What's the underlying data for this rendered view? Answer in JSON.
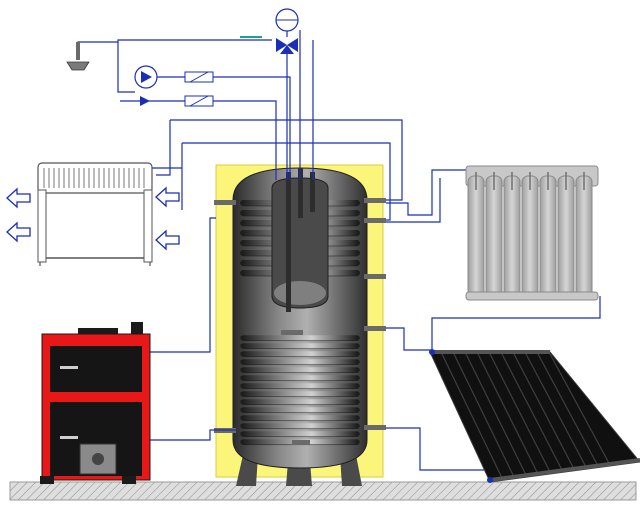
{
  "diagram": {
    "components": [
      {
        "id": "shower",
        "icon": "shower-head-icon"
      },
      {
        "id": "circulation-pump",
        "icon": "pump-icon"
      },
      {
        "id": "three-way-valve",
        "icon": "motorized-valve-icon"
      },
      {
        "id": "flow-meter-top",
        "icon": "flow-meter-icon"
      },
      {
        "id": "flow-meter-bottom",
        "icon": "flow-meter-icon"
      },
      {
        "id": "cold-water-inlet",
        "icon": "arrow-right-icon"
      },
      {
        "id": "convector-heater",
        "icon": "convector-icon"
      },
      {
        "id": "warm-air-arrows",
        "icon": "hollow-arrow-left-icon",
        "count": 4
      },
      {
        "id": "buffer-tank",
        "icon": "storage-tank-icon"
      },
      {
        "id": "insulation-jacket",
        "icon": "insulation-icon"
      },
      {
        "id": "solid-fuel-boiler",
        "icon": "boiler-icon"
      },
      {
        "id": "radiator",
        "icon": "radiator-icon",
        "sections": 7
      },
      {
        "id": "solar-collector",
        "icon": "solar-collector-icon"
      },
      {
        "id": "floor",
        "icon": "hatched-floor-icon"
      }
    ],
    "colors": {
      "pipe": "#1a2fb8",
      "insulation": "#fbf57a",
      "tank_dark": "#3a3a3a",
      "tank_light": "#9a9a9a",
      "boiler_frame": "#e81818",
      "boiler_body": "#151515",
      "radiator": "#bcbcbc",
      "collector": "#111111",
      "floor": "#d9d9d9",
      "valve_actuator": "#1aa0a0"
    }
  }
}
